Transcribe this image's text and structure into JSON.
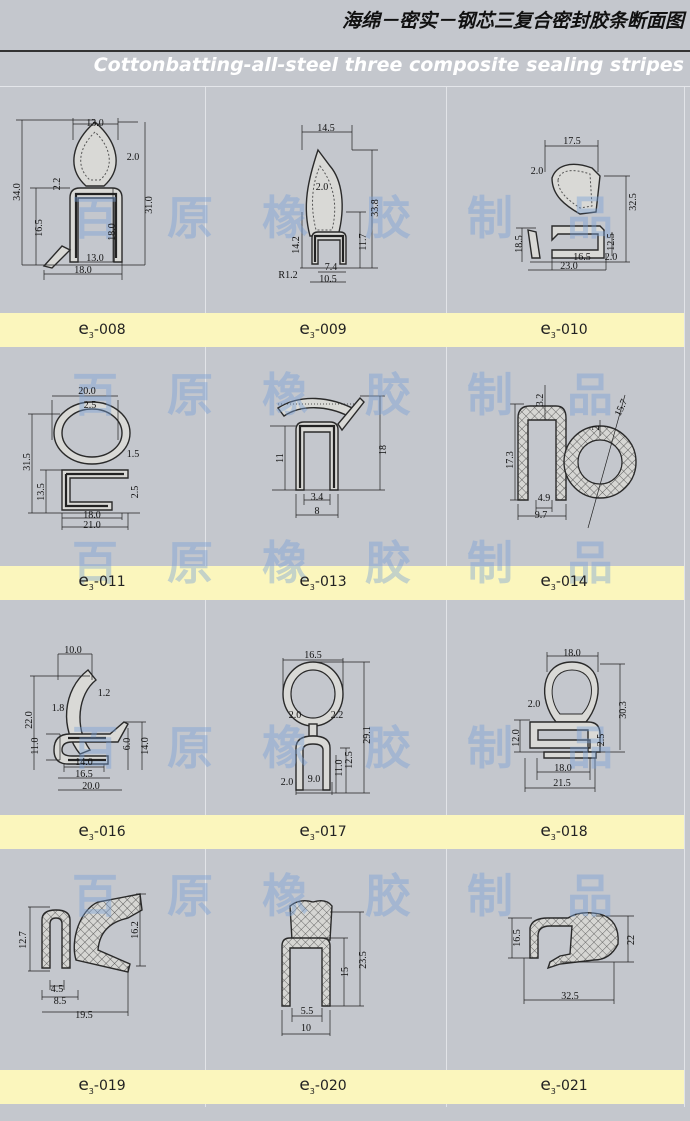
{
  "header": {
    "title_cn": "海绵－密实－钢芯三复合密封胶条断面图",
    "title_en": "Cottonbatting-all-steel three composite sealing stripes"
  },
  "watermark": [
    "百",
    "原",
    "橡",
    "胶",
    "制",
    "品"
  ],
  "profiles": [
    {
      "code_prefix": "e",
      "code_sub": "3",
      "code_num": "-008",
      "dimensions": [
        "13.0",
        "2.0",
        "34.0",
        "2.2",
        "16.5",
        "18.0",
        "31.0",
        "13.0",
        "18.0"
      ]
    },
    {
      "code_prefix": "e",
      "code_sub": "3",
      "code_num": "-009",
      "dimensions": [
        "14.5",
        "2.0",
        "33.8",
        "14.2",
        "11.7",
        "R1.2",
        "7.4",
        "10.5"
      ]
    },
    {
      "code_prefix": "e",
      "code_sub": "3",
      "code_num": "-010",
      "dimensions": [
        "17.5",
        "2.0",
        "32.5",
        "18.5",
        "12.5",
        "16.5",
        "2.0",
        "23.0"
      ]
    },
    {
      "code_prefix": "e",
      "code_sub": "3",
      "code_num": "-011",
      "dimensions": [
        "20.0",
        "2.5",
        "31.5",
        "1.5",
        "13.5",
        "2.5",
        "18.0",
        "21.0"
      ]
    },
    {
      "code_prefix": "e",
      "code_sub": "3",
      "code_num": "-013",
      "dimensions": [
        "11",
        "18",
        "3.4",
        "8"
      ]
    },
    {
      "code_prefix": "e",
      "code_sub": "3",
      "code_num": "-014",
      "dimensions": [
        "3.2",
        "2",
        "15.7",
        "17.3",
        "4.9",
        "9.7"
      ]
    },
    {
      "code_prefix": "e",
      "code_sub": "3",
      "code_num": "-016",
      "dimensions": [
        "10.0",
        "1.2",
        "22.0",
        "1.8",
        "11.0",
        "6.0",
        "14.0",
        "14.0",
        "16.5",
        "20.0"
      ]
    },
    {
      "code_prefix": "e",
      "code_sub": "3",
      "code_num": "-017",
      "dimensions": [
        "16.5",
        "2.0",
        "2.2",
        "29.1",
        "12.5",
        "11.0",
        "2.0",
        "9.0"
      ]
    },
    {
      "code_prefix": "e",
      "code_sub": "3",
      "code_num": "-018",
      "dimensions": [
        "18.0",
        "2.0",
        "30.3",
        "12.0",
        "2.5",
        "18.0",
        "21.5"
      ]
    },
    {
      "code_prefix": "e",
      "code_sub": "3",
      "code_num": "-019",
      "dimensions": [
        "12.7",
        "16.2",
        "4.5",
        "8.5",
        "19.5"
      ]
    },
    {
      "code_prefix": "e",
      "code_sub": "3",
      "code_num": "-020",
      "dimensions": [
        "23.5",
        "15",
        "5.5",
        "10"
      ]
    },
    {
      "code_prefix": "e",
      "code_sub": "3",
      "code_num": "-021",
      "dimensions": [
        "16.5",
        "22",
        "32.5"
      ]
    }
  ]
}
